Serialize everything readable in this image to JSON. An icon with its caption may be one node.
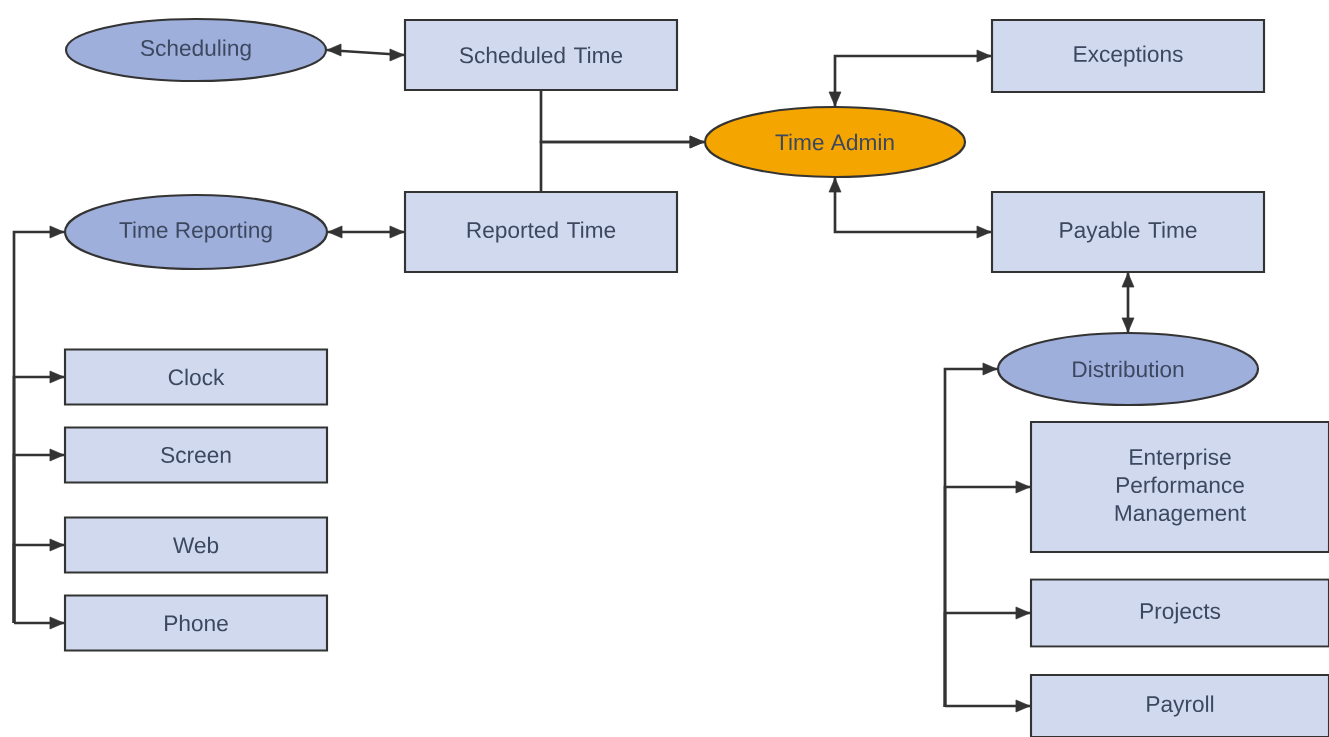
{
  "diagram": {
    "nodes": [
      {
        "text": [
          "Scheduling"
        ]
      },
      {
        "text": [
          "Scheduled Time"
        ]
      },
      {
        "text": [
          "Exceptions"
        ]
      },
      {
        "text": [
          "Time Admin"
        ]
      },
      {
        "text": [
          "Time Reporting"
        ]
      },
      {
        "text": [
          "Reported Time"
        ]
      },
      {
        "text": [
          "Payable Time"
        ]
      },
      {
        "text": [
          "Clock"
        ]
      },
      {
        "text": [
          "Screen"
        ]
      },
      {
        "text": [
          "Web"
        ]
      },
      {
        "text": [
          "Phone"
        ]
      },
      {
        "text": [
          "Distribution"
        ]
      },
      {
        "text": [
          "Enterprise Performance Management"
        ]
      },
      {
        "text": [
          "Projects"
        ]
      },
      {
        "text": [
          "Payroll"
        ]
      }
    ],
    "edges": [
      {
        "from": 0,
        "to": 1,
        "arrow": "both"
      },
      {
        "from": 1,
        "to": 3,
        "arrow": "to"
      },
      {
        "from": 5,
        "to": 3,
        "arrow": "to"
      },
      {
        "from": 3,
        "to": 2,
        "arrow": "both"
      },
      {
        "from": 3,
        "to": 6,
        "arrow": "both"
      },
      {
        "from": 4,
        "to": 5,
        "arrow": "both"
      },
      {
        "from": 6,
        "to": 11,
        "arrow": "both"
      },
      {
        "from": null,
        "to": 4,
        "arrow": "to"
      },
      {
        "from": null,
        "to": 7,
        "arrow": "to"
      },
      {
        "from": null,
        "to": 8,
        "arrow": "to"
      },
      {
        "from": null,
        "to": 9,
        "arrow": "to"
      },
      {
        "from": null,
        "to": 10,
        "arrow": "to"
      },
      {
        "from": null,
        "to": 11,
        "arrow": "to"
      },
      {
        "from": null,
        "to": 12,
        "arrow": "to"
      },
      {
        "from": null,
        "to": 13,
        "arrow": "to"
      },
      {
        "from": null,
        "to": 14,
        "arrow": "to"
      }
    ]
  }
}
